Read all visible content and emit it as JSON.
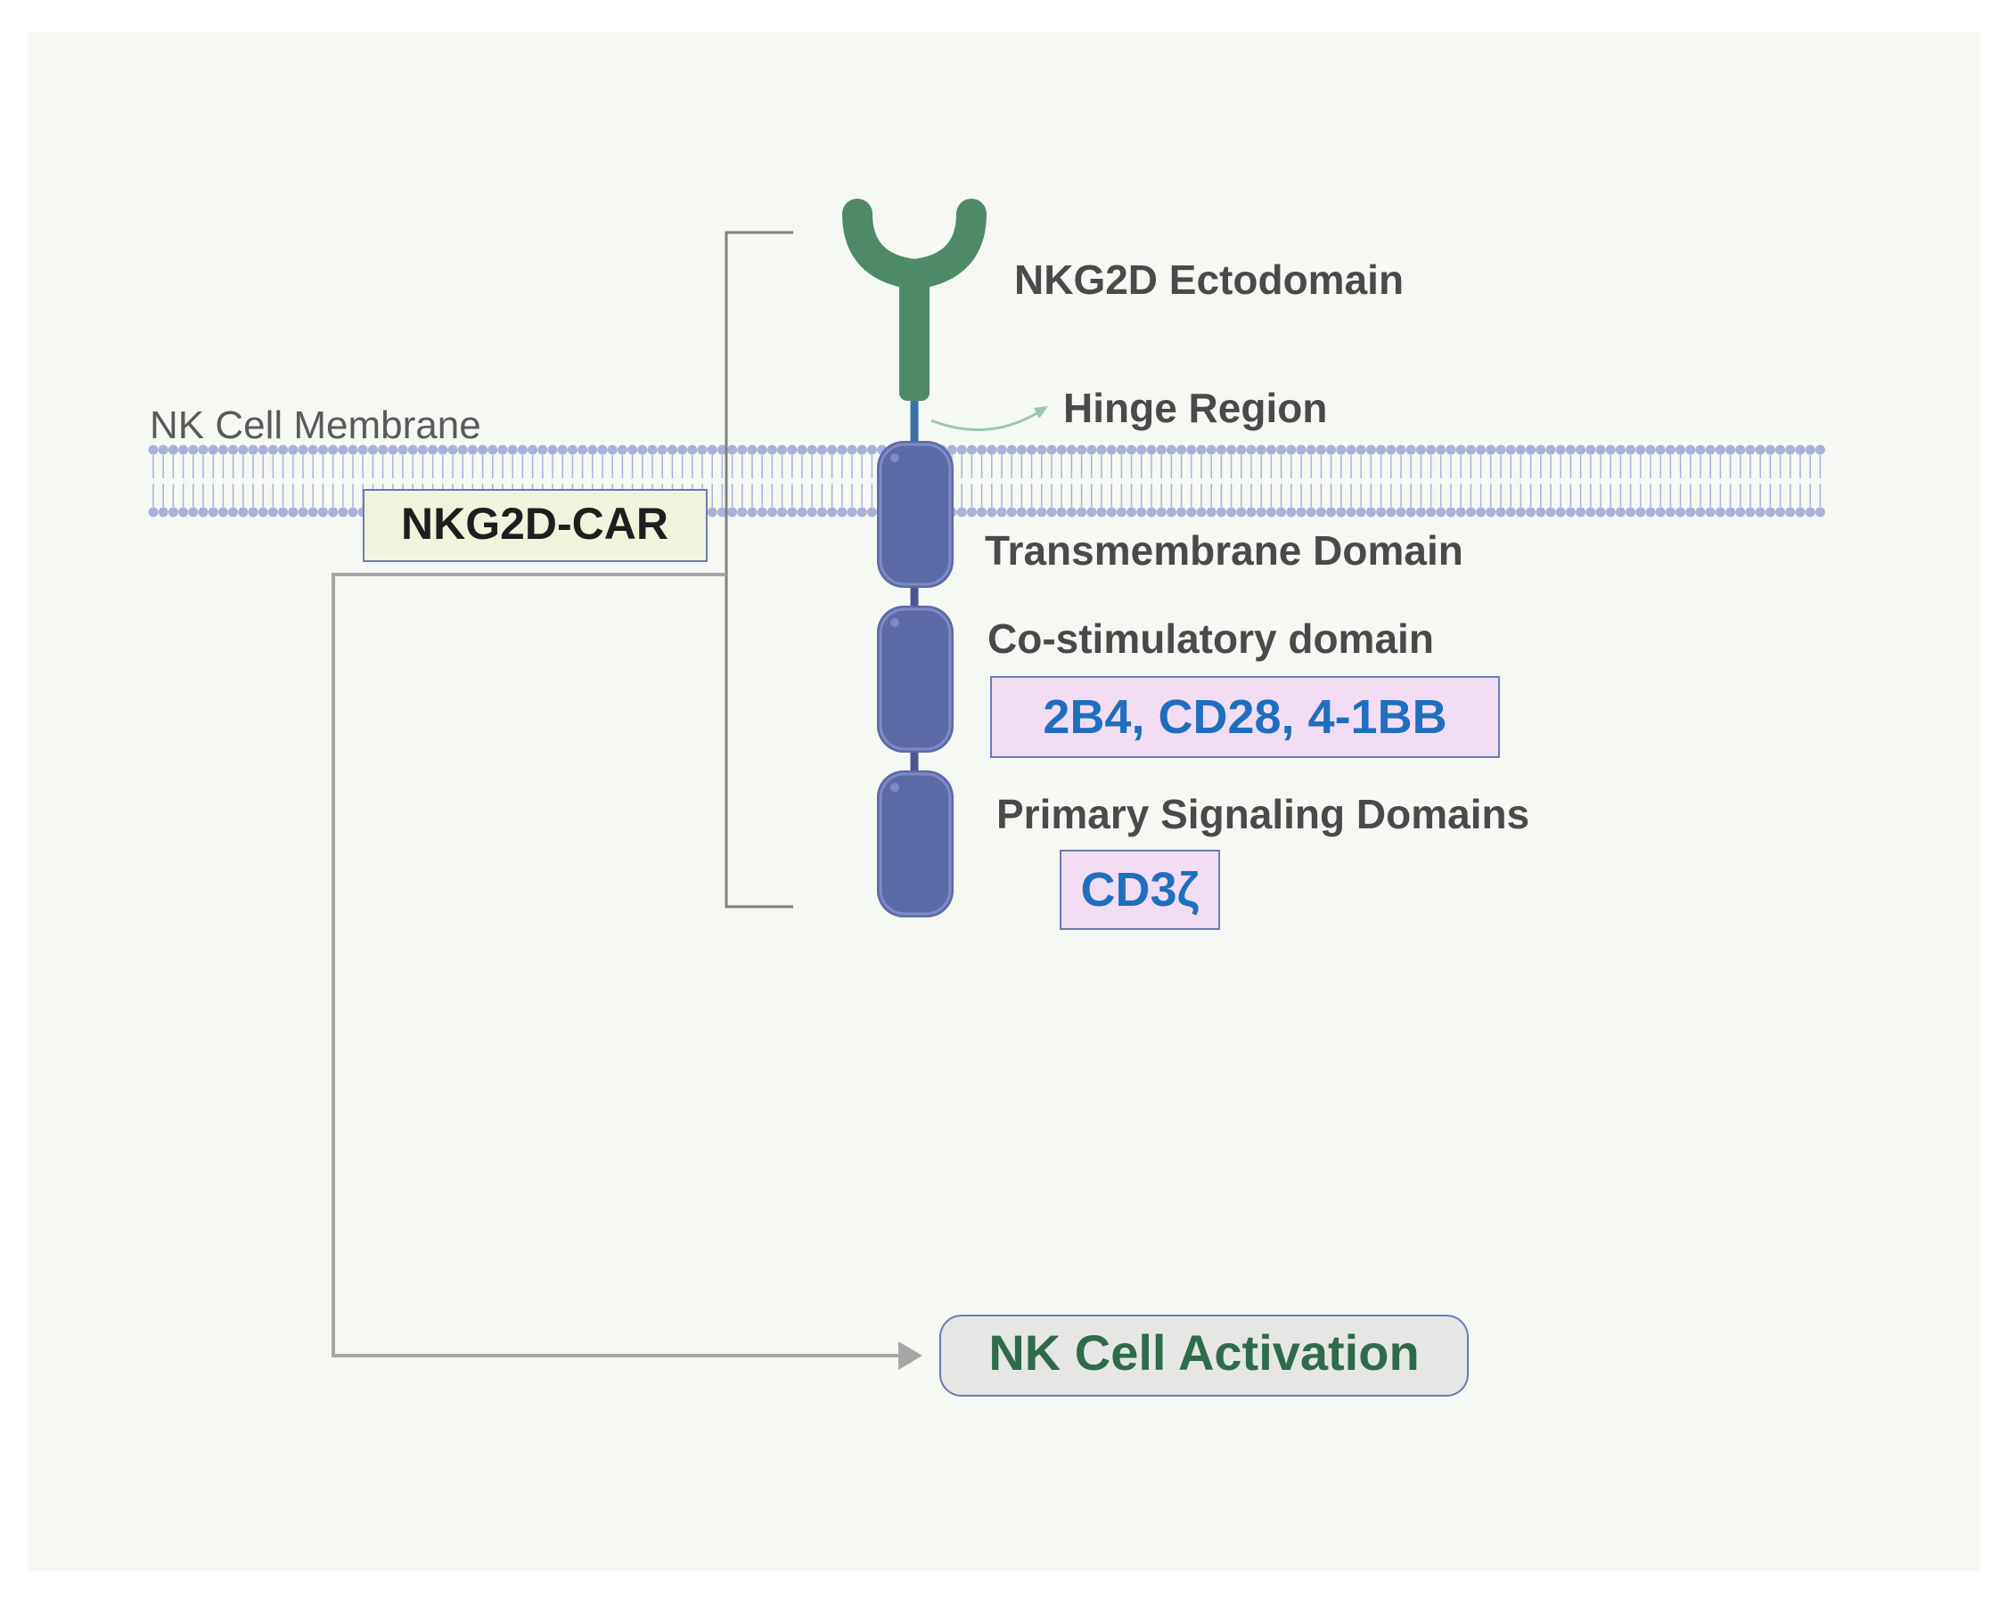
{
  "labels": {
    "membrane": "NK Cell Membrane",
    "car": "NKG2D-CAR",
    "ectodomain": "NKG2D Ectodomain",
    "hinge": "Hinge Region",
    "transmembrane": "Transmembrane Domain",
    "costim": "Co-stimulatory domain",
    "costim_examples": "2B4, CD28, 4-1BB",
    "primary": "Primary Signaling Domains",
    "primary_example": "CD3ζ",
    "activation": "NK Cell Activation"
  },
  "colors": {
    "background": "#f6f8f4",
    "receptor_green": "#4f8a68",
    "domain_blue": "#5c6aa8",
    "domain_blue_dark": "#4a5690",
    "membrane_lipid": "#a9b2d8",
    "text_dark": "#4a4a4a",
    "text_blue": "#1f6fbf",
    "text_green": "#2e6b4a",
    "car_box_fill": "#eef5dc",
    "example_box_fill": "#f3ddf5",
    "box_border": "#6b7bb2",
    "activation_fill": "#e6e7e4",
    "bracket": "#808080",
    "arrow": "#a6a6a6"
  }
}
